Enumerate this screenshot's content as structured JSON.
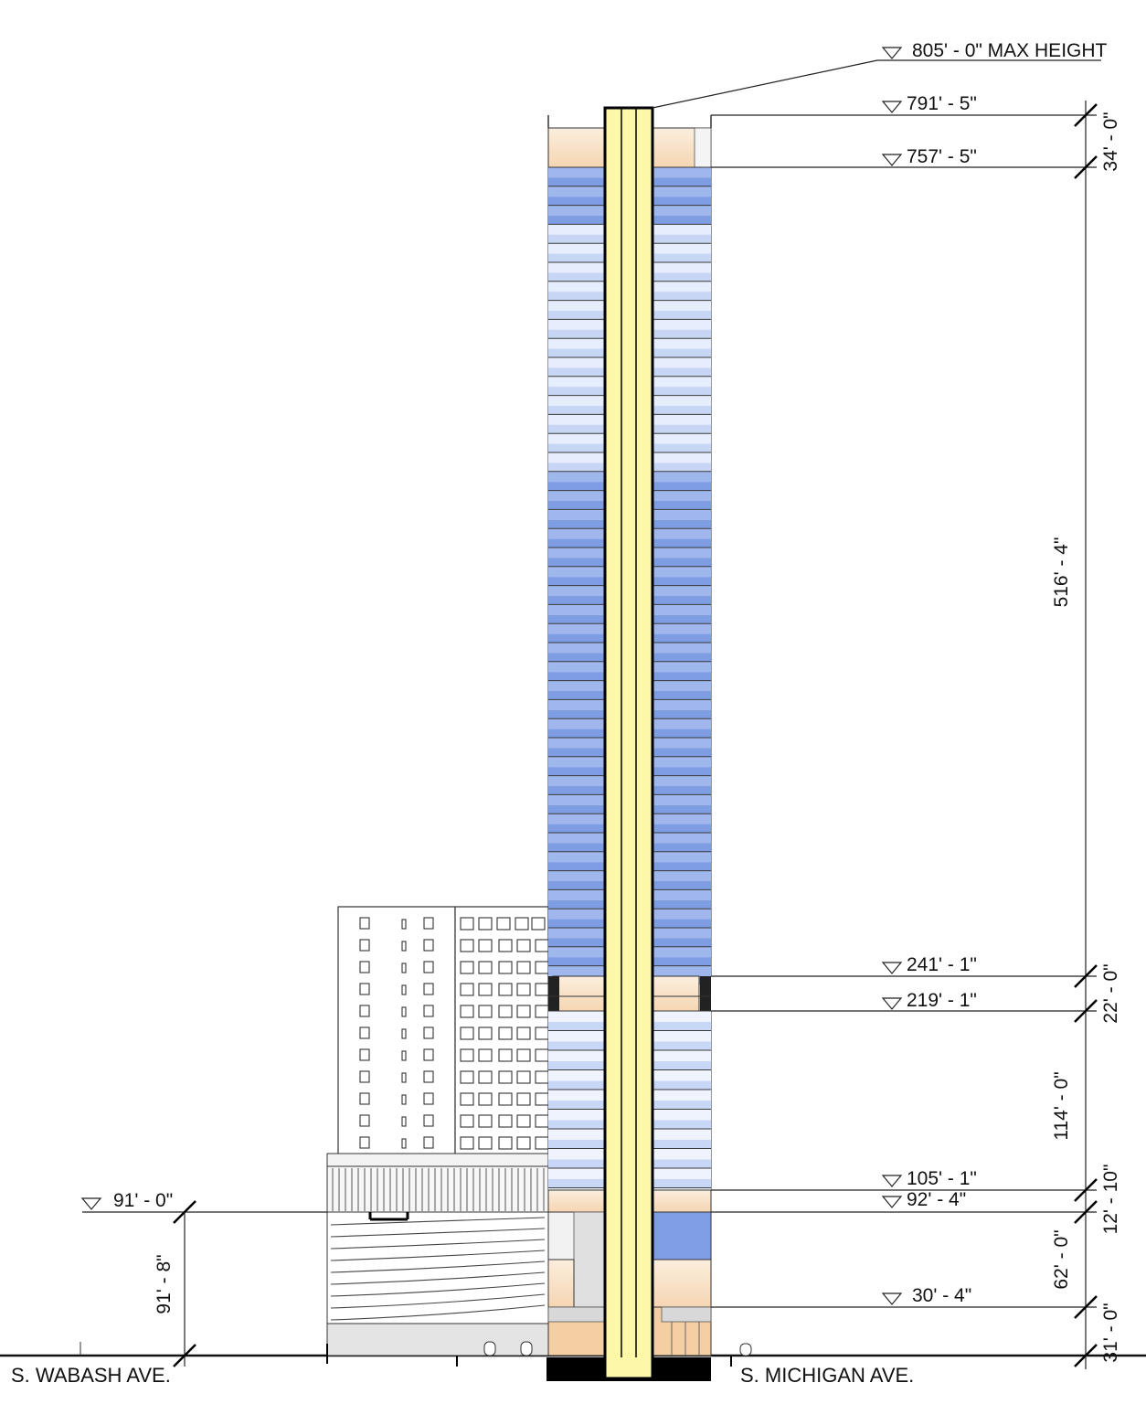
{
  "elevations": {
    "max_height": "805' - 0\" MAX HEIGHT",
    "e791": "791' - 5\"",
    "e757": "757' - 5\"",
    "e241": "241' - 1\"",
    "e219": "219' - 1\"",
    "e105": "105' - 1\"",
    "e92": "92' - 4\"",
    "e30": "30' - 4\"",
    "e91_left": "91' - 0\""
  },
  "dimensions": {
    "d34": "34' - 0\"",
    "d516": "516' - 4\"",
    "d22": "22' - 0\"",
    "d114": "114' - 0\"",
    "d12": "12' - 10\"",
    "d62": "62' - 0\"",
    "d31": "31' - 0\"",
    "d91_left": "91' - 8\""
  },
  "streets": {
    "left": "S. WABASH AVE.",
    "right": "S. MICHIGAN AVE."
  },
  "colors": {
    "glass_dark": "#8aa6e6",
    "glass_light": "#dbe6fb",
    "mechanical": "#f8e0c4",
    "core_yellow": "#fdf7a8",
    "line": "#111111",
    "base_black": "#000000"
  }
}
